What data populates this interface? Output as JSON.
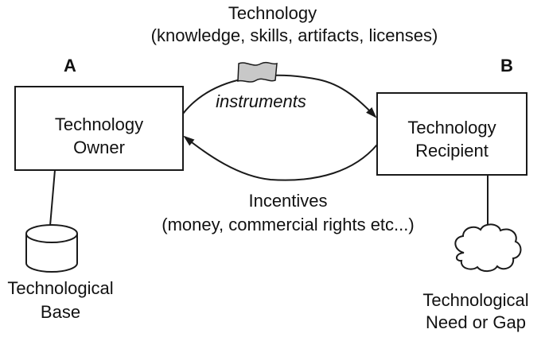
{
  "top_label": {
    "line1": "Technology",
    "line2": "(knowledge, skills, artifacts, licenses)"
  },
  "party_a": {
    "letter": "A",
    "box_line1": "Technology",
    "box_line2": "Owner",
    "base_line1": "Technological",
    "base_line2": "Base"
  },
  "party_b": {
    "letter": "B",
    "box_line1": "Technology",
    "box_line2": "Recipient",
    "need_line1": "Technological",
    "need_line2": "Need or Gap"
  },
  "flow_forward": {
    "label": "instruments"
  },
  "flow_back": {
    "line1": "Incentives",
    "line2": "(money, commercial rights etc...)"
  },
  "colors": {
    "stroke": "#1a1a1a",
    "document_fill": "#c8c8c8",
    "background": "#ffffff"
  },
  "icons": {
    "instrument": "document-icon",
    "base": "database-cylinder-icon",
    "need": "cloud-icon"
  }
}
